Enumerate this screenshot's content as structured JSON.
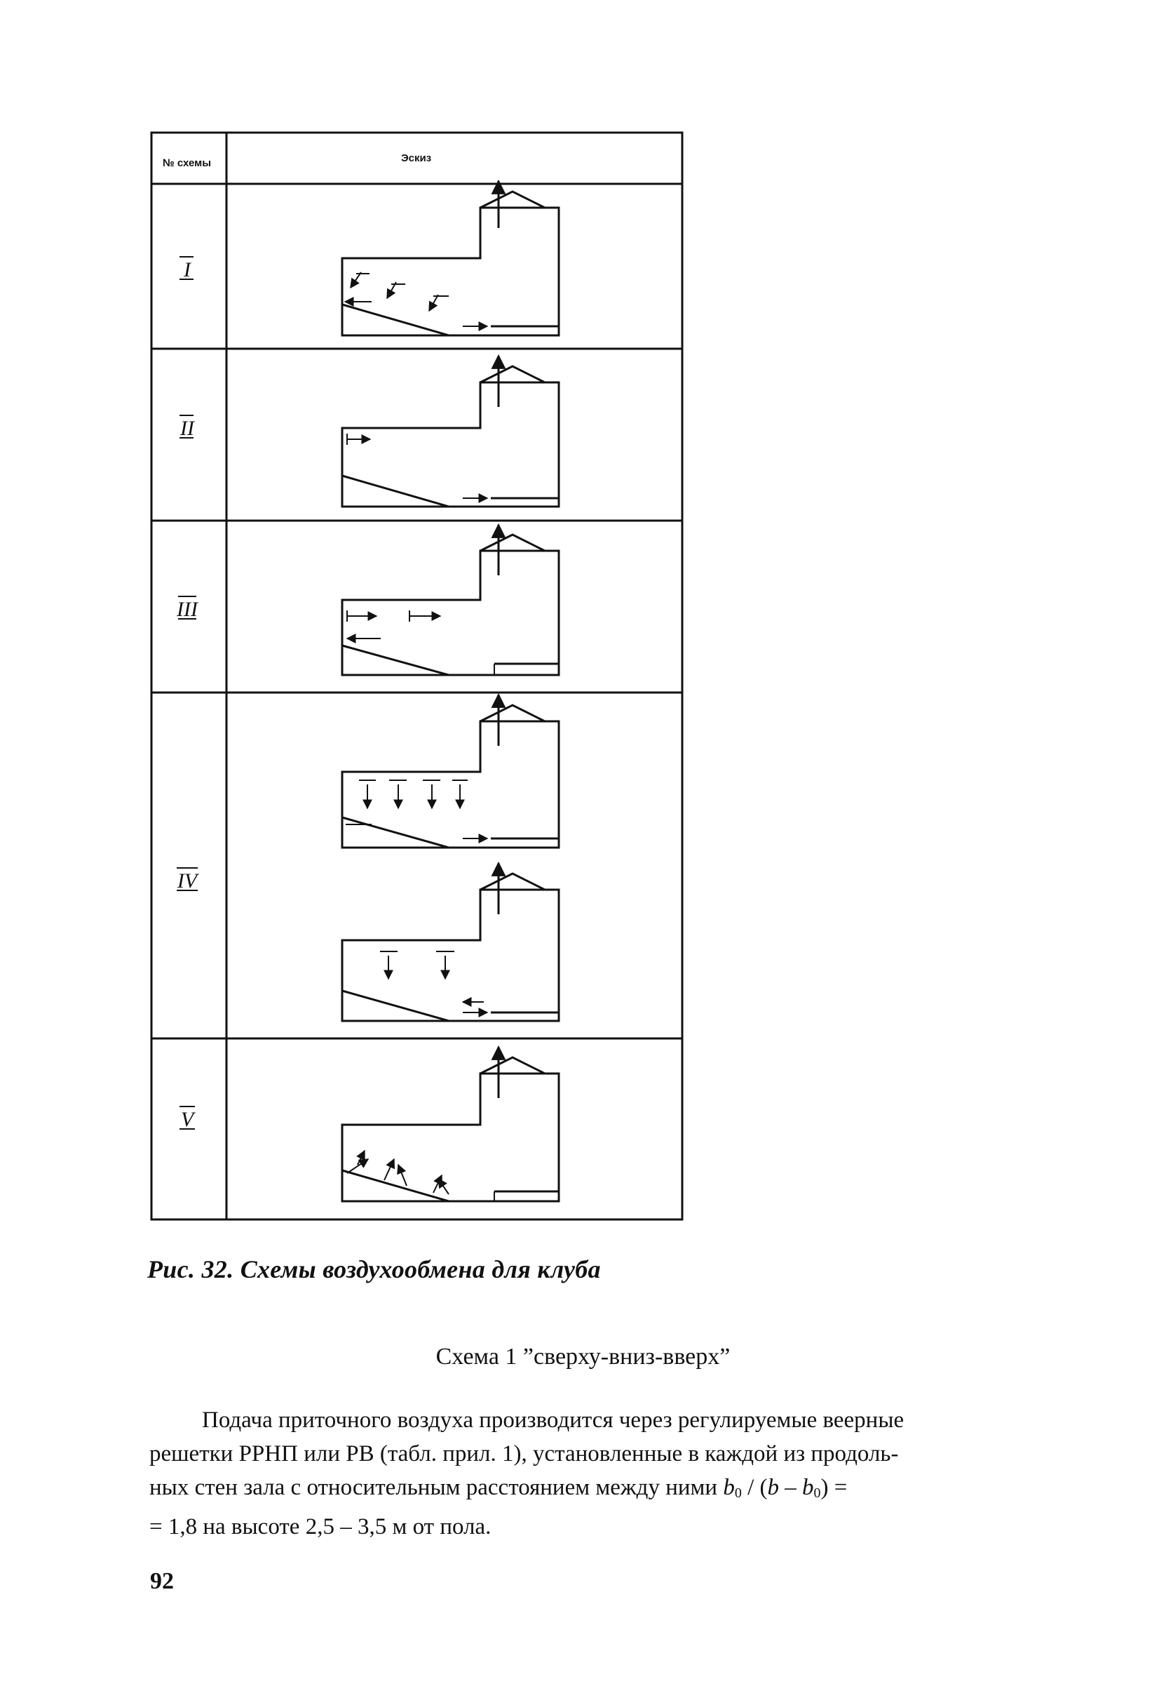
{
  "table": {
    "header_col1": "№ схемы",
    "header_col2": "Эскиз",
    "rows": [
      {
        "scheme": "I",
        "sketches": 1
      },
      {
        "scheme": "II",
        "sketches": 1
      },
      {
        "scheme": "III",
        "sketches": 1
      },
      {
        "scheme": "IV",
        "sketches": 2
      },
      {
        "scheme": "V",
        "sketches": 1
      }
    ]
  },
  "caption": "Рис. 32. Схемы воздухообмена для клуба",
  "scheme_title": "Схема 1 ”сверху-вниз-вверх”",
  "paragraph": {
    "line1": "Подача приточного воздуха производится через регулируемые веерные",
    "line2": "решетки РРНП или РВ (табл. прил. 1), установленные в каждой из продоль-",
    "line3a": "ных стен зала с относительным расстоянием между   ними ",
    "b0": "b",
    "sub0": "0",
    "slash": " / (",
    "b": "b",
    "minus": " – ",
    "b0b": "b",
    "sub0b": "0",
    "close": ") =",
    "line4": "= 1,8 на высоте 2,5 – 3,5 м от пола."
  },
  "page_number": "92"
}
